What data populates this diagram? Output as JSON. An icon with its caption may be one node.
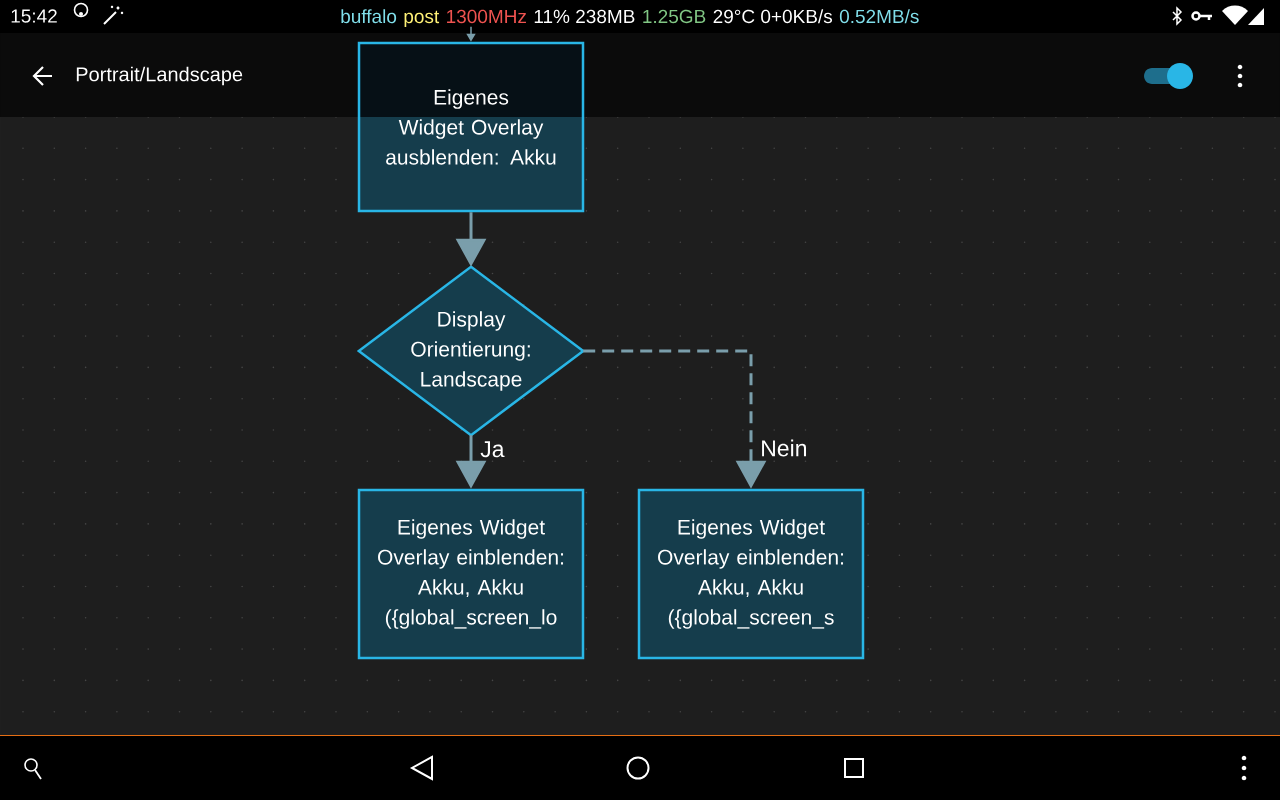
{
  "diagram": {
    "title": "Portrait/Landscape",
    "nodes": [
      {
        "text": [
          "Eigenes Widget Overlay ausblenden: Akku"
        ]
      },
      {
        "text": [
          "Display Orientierung: Landscape"
        ]
      },
      {
        "text": [
          "Eigenes Widget Overlay einblenden: Akku, Akku ({global_screen_lo"
        ]
      },
      {
        "text": [
          "Eigenes Widget Overlay einblenden: Akku, Akku ({global_screen_s"
        ]
      }
    ],
    "edges": [
      {
        "from": null,
        "to": 0,
        "arrow": "to"
      },
      {
        "from": 0,
        "to": 1,
        "arrow": "to"
      },
      {
        "from": 1,
        "to": 2,
        "arrow": "to",
        "label": "Ja"
      },
      {
        "from": 1,
        "to": 3,
        "arrow": "to",
        "label": "Nein",
        "style": "dashed"
      }
    ],
    "labels": [
      "15:42",
      "buffalo",
      "post",
      "1300MHz",
      "11% 238MB",
      "1.25GB",
      "29°C 0+0KB/s",
      "0.52MB/s"
    ]
  }
}
